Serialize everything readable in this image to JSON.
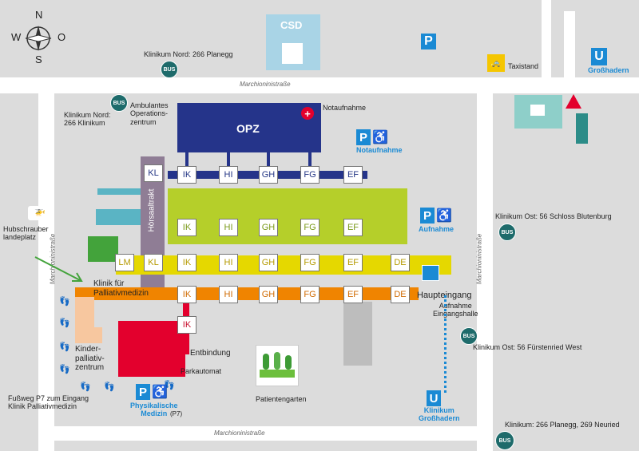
{
  "compass": {
    "n": "N",
    "s": "S",
    "w": "W",
    "o": "O"
  },
  "csd": "CSD",
  "opz": "OPZ",
  "roads": {
    "top": "Marchioninistraße",
    "bottom": "Marchioninistraße",
    "left": "Marchioninistraße",
    "right": "Marchioninistraße"
  },
  "labels": {
    "bus_nord_top": "Klinikum Nord: 266 Planegg",
    "bus_nord_left": "Klinikum Nord:\n266 Klinikum",
    "ambulant": "Ambulantes\nOperations-\nzentrum",
    "notaufnahme": "Notaufnahme",
    "taxistand": "Taxistand",
    "u_grosshadern": "Großhadern",
    "notaufnahme_blue": "Notaufnahme",
    "aufnahme_blue": "Aufnahme",
    "bus_ost_schloss": "Klinikum Ost: 56 Schloss Blutenburg",
    "hubschrauber": "Hubschrauber\nlandeplatz",
    "hoersaaltrakt": "Hörsaaltrakt",
    "palliativ": "Klinik für\nPalliativmedizin",
    "haupteingang": "Haupteingang",
    "aufnahme_halle": "Aufnahme\nEingangshalle",
    "bus_fuerstenried": "Klinikum Ost: 56 Fürstenried West",
    "kinder": "Kinder-\npalliativ-\nzentrum",
    "entbindung": "Entbindung",
    "parkautomat": "Parkautomat",
    "patientengarten": "Patientengarten",
    "fussweg": "Fußweg P7 zum Eingang\nKlinik Palliativmedizin",
    "physik": "Physikalische\nMedizin",
    "p7": "(P7)",
    "u_klinikum": "Klinikum\nGroßhadern",
    "bus_bottom": "Klinikum: 266 Planegg, 269 Neuried"
  },
  "icons": {
    "bus": "BUS",
    "parking": "P",
    "u": "U",
    "cross": "+"
  },
  "colors": {
    "opz": "#25348a",
    "green": "#b5cf2a",
    "yellow": "#e5d800",
    "orange": "#f08400",
    "red": "#e3002d",
    "purple": "#8f7d95",
    "teal": "#5ab4c4"
  },
  "blocks": {
    "row_blue": [
      "IK",
      "HI",
      "GH",
      "FG",
      "EF"
    ],
    "row_green": [
      "IK",
      "HI",
      "GH",
      "FG",
      "EF"
    ],
    "row_yellow": [
      "LM",
      "KL",
      "IK",
      "HI",
      "GH",
      "FG",
      "EF",
      "DE"
    ],
    "row_orange": [
      "IK",
      "HI",
      "GH",
      "FG",
      "EF",
      "DE"
    ],
    "kl_top": "KL",
    "ik_red": "IK"
  }
}
